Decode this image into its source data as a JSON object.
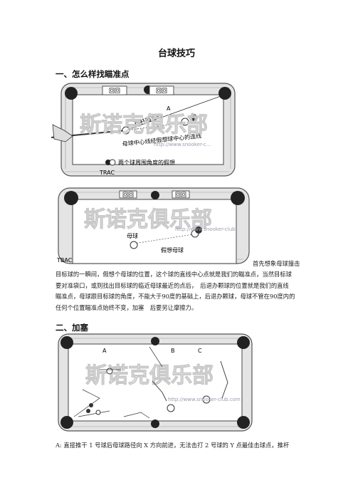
{
  "doc": {
    "title": "台球技巧",
    "sections": [
      {
        "heading": "一、怎么样找瞄准点"
      },
      {
        "heading": "二、加塞"
      }
    ]
  },
  "figure1": {
    "rail_labels": [
      "回回",
      "回回"
    ],
    "point_label": "A",
    "annotation_1": "球杆瞄准的",
    "annotation_2": "母球中心线经假想球中心的连线",
    "legend": "两个球周围角度的假想",
    "corner_mark": "TRAC",
    "watermark_title": "斯诺克俱乐部",
    "watermark_url": "http://www.snooker-c..."
  },
  "figure2": {
    "rail_labels": [
      "回回",
      "回回"
    ],
    "label_cue": "母球",
    "label_ghost": "假想母球",
    "corner_mark": "TBAC",
    "watermark_title": "斯诺克俱乐部",
    "watermark_url": "http://www.snooker-club"
  },
  "paragraph1": {
    "lines": [
      "首先想象母球撞击",
      "目标球的一瞬间，假想个母球的位置，这个球的直线中心点就是我们的瞄准点，当然目标球",
      "要对准袋口，或则找出目标球的临近母球最近的点后，　后退办颗球的位置就是我们的直线",
      "瞄准点，母球跟目标球的角度，不能大于90度的基础上，后退办颗球，母球不管在90度内的",
      "任何个位置瞄准点始终不变，加塞　后要另让摩擦力。"
    ]
  },
  "figure3": {
    "labels": [
      "A",
      "B",
      "C"
    ],
    "watermark_title": "斯诺克俱乐部",
    "watermark_url": "http://www.snooker-club.com"
  },
  "paragraph2": {
    "lines": [
      "A: 直接推干 1 号球后母球路径向 X 方向前进，无法击打 2 号球的 Y 点最佳击球点，推杆"
    ]
  },
  "colors": {
    "felt": "#ffffff",
    "wood": "#e4e4e4",
    "wood_grain": "#8a8a8a",
    "watermark": "#c9c9c9",
    "url": "#9a9ab0"
  }
}
